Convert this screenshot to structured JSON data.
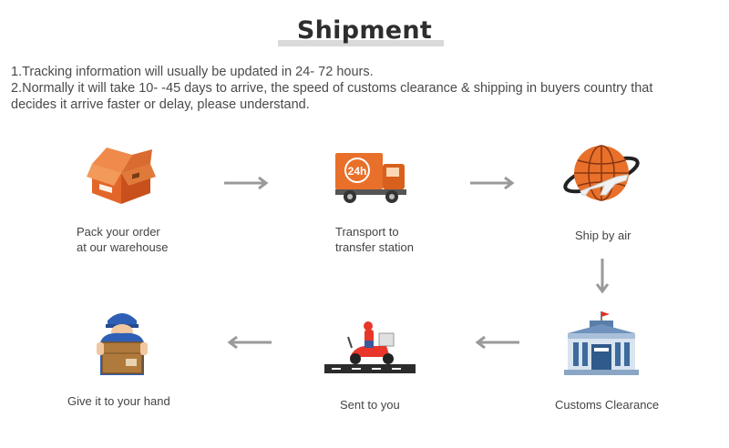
{
  "title": "Shipment",
  "notes": {
    "line1": "1.Tracking information will usually be updated in 24- 72 hours.",
    "line2a": "2.Normally it will take 10- -45 days to arrive, the speed of customs clearance & shipping in buyers country that",
    "line2b": "decides it arrive faster or delay, please understand."
  },
  "steps": {
    "pack": {
      "line1": "Pack your order",
      "line2": "at our warehouse",
      "icon": "box-icon"
    },
    "transport": {
      "line1": "Transport to",
      "line2": "transfer station",
      "icon": "truck-24h-icon",
      "badge": "24h"
    },
    "air": {
      "line1": "Ship by air",
      "icon": "globe-airplane-icon"
    },
    "customs": {
      "line1": "Customs Clearance",
      "icon": "customs-building-icon"
    },
    "sent": {
      "line1": "Sent to you",
      "icon": "delivery-scooter-icon"
    },
    "hand": {
      "line1": "Give it to your hand",
      "icon": "courier-with-box-icon"
    }
  },
  "colors": {
    "accent_orange": "#e8702a",
    "arrow_gray": "#9a9a9a",
    "text": "#444444"
  }
}
